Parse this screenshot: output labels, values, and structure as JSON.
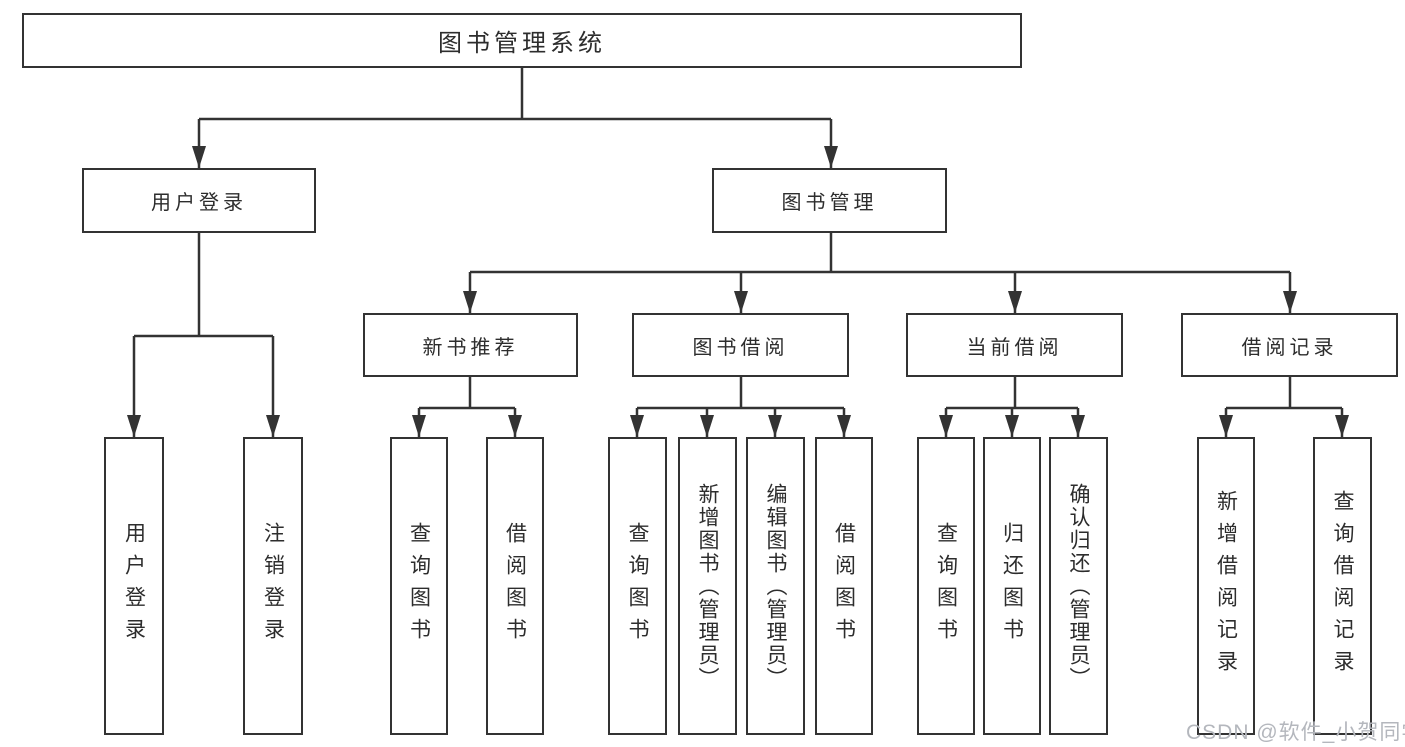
{
  "diagram": {
    "title": "图书管理系统",
    "branches": [
      {
        "label": "用户登录",
        "children": [
          {
            "label": "用户登录"
          },
          {
            "label": "注销登录"
          }
        ]
      },
      {
        "label": "图书管理",
        "children": [
          {
            "label": "新书推荐",
            "children": [
              {
                "label": "查询图书"
              },
              {
                "label": "借阅图书"
              }
            ]
          },
          {
            "label": "图书借阅",
            "children": [
              {
                "label": "查询图书"
              },
              {
                "label": "新增图书（管理员）"
              },
              {
                "label": "编辑图书（管理员）"
              },
              {
                "label": "借阅图书"
              }
            ]
          },
          {
            "label": "当前借阅",
            "children": [
              {
                "label": "查询图书"
              },
              {
                "label": "归还图书"
              },
              {
                "label": "确认归还（管理员）"
              }
            ]
          },
          {
            "label": "借阅记录",
            "children": [
              {
                "label": "新增借阅记录"
              },
              {
                "label": "查询借阅记录"
              }
            ]
          }
        ]
      }
    ]
  },
  "watermark": {
    "text": "CSDN @软件_小贺同学"
  },
  "colors": {
    "line": "#333333",
    "box_border": "#333333",
    "text": "#2d2d2d",
    "watermark": "#b4b7bd",
    "background": "#ffffff"
  }
}
